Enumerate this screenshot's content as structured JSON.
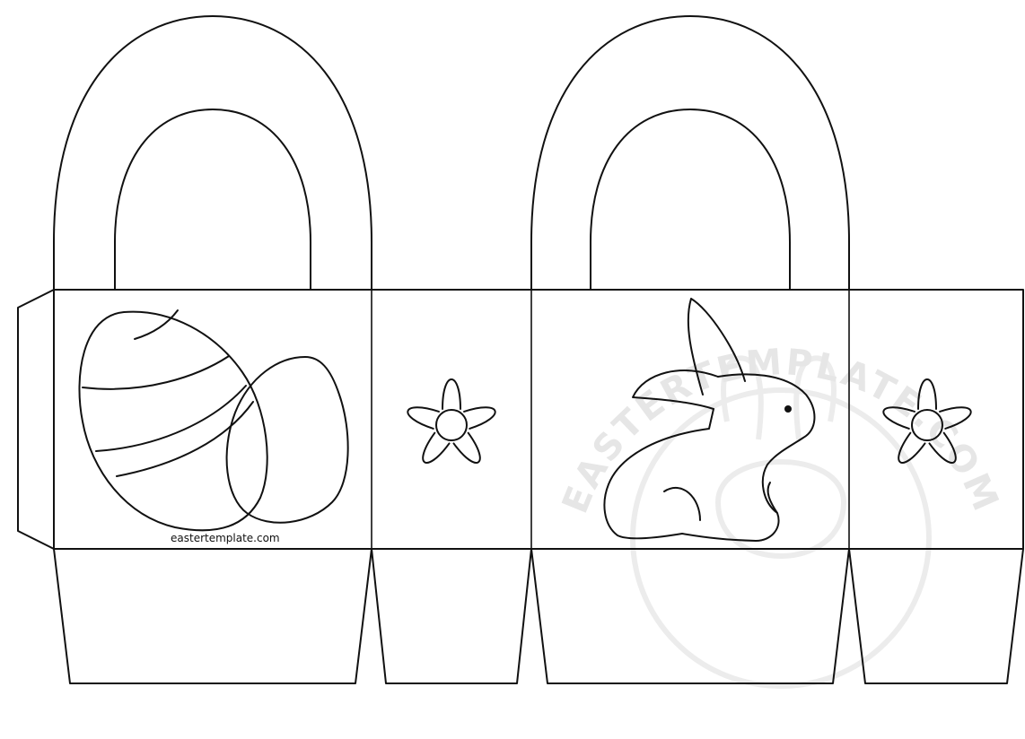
{
  "template": {
    "credit": "eastertemplate.com",
    "watermark": "EASTERTEMPLATE.COM"
  },
  "panels": [
    {
      "name": "egg-panel",
      "motif": "easter-egg"
    },
    {
      "name": "flower-panel-left",
      "motif": "flower"
    },
    {
      "name": "bunny-panel",
      "motif": "bunny"
    },
    {
      "name": "flower-panel-right",
      "motif": "flower"
    }
  ],
  "colors": {
    "line": "#111111",
    "watermark": "#e6e6e6",
    "background": "#ffffff"
  }
}
